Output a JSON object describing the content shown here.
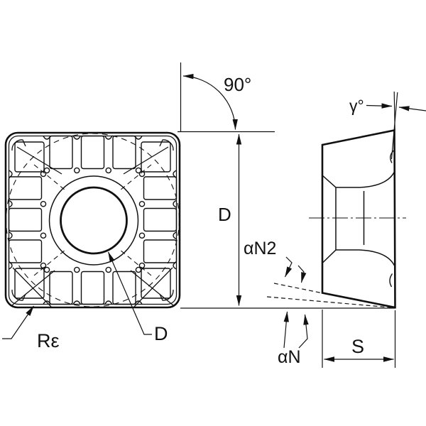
{
  "labels": {
    "corner_angle": "90°",
    "cutting_diameter": "D",
    "hole_diameter": "D",
    "corner_radius": "Rε",
    "rake_angle": "γ°",
    "secondary_clearance_angle": "αN2",
    "clearance_angle": "αN",
    "thickness": "S"
  },
  "colors": {
    "line": "#111111",
    "background": "#ffffff"
  }
}
